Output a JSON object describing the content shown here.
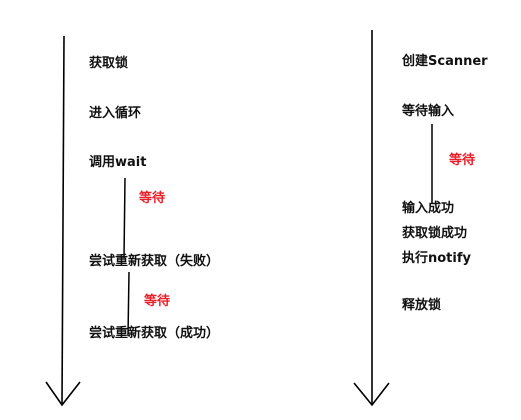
{
  "left_lane": {
    "steps": [
      "获取锁",
      "进入循环",
      "调用wait",
      "尝试重新获取（失败）",
      "尝试重新获取（成功）"
    ],
    "waits": [
      "等待",
      "等待"
    ]
  },
  "right_lane": {
    "steps": [
      "创建Scanner",
      "等待输入",
      "输入成功",
      "获取锁成功",
      "执行notify",
      "释放锁"
    ],
    "waits": [
      "等待"
    ]
  },
  "colors": {
    "line": "#000000",
    "text": "#111111",
    "wait_text": "#e8202a"
  }
}
